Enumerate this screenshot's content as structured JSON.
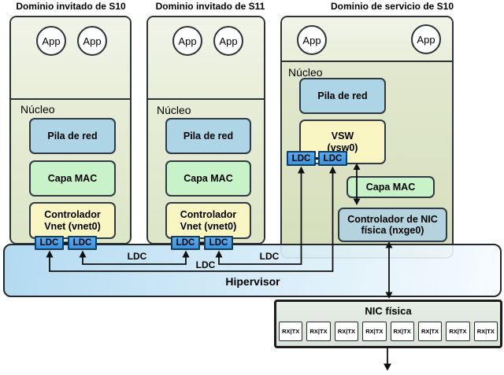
{
  "domain1": {
    "title": "Dominio invitado de S10",
    "kernel": "Núcleo",
    "apps": [
      "App",
      "App"
    ],
    "stack": "Pila de red",
    "mac": "Capa MAC",
    "driver": [
      "Controlador",
      "Vnet (vnet0)"
    ],
    "ldc": [
      "LDC",
      "LDC"
    ]
  },
  "domain2": {
    "title": "Dominio invitado de S11",
    "kernel": "Núcleo",
    "apps": [
      "App",
      "App"
    ],
    "stack": "Pila de red",
    "mac": "Capa MAC",
    "driver": [
      "Controlador",
      "Vnet (vnet0)"
    ],
    "ldc": [
      "LDC",
      "LDC"
    ]
  },
  "domain3": {
    "title": "Dominio de servicio de S10",
    "kernel": "Núcleo",
    "apps": [
      "App",
      "App"
    ],
    "stack": "Pila de red",
    "vsw": [
      "VSW",
      "(vsw0)"
    ],
    "mac": "Capa MAC",
    "nic_driver": [
      "Controlador de NIC",
      "física (nxge0)"
    ],
    "ldc": [
      "LDC",
      "LDC"
    ]
  },
  "hypervisor": {
    "label": "Hipervisor",
    "channels": [
      "LDC",
      "LDC",
      "LDC"
    ]
  },
  "nic": {
    "title": "NIC física",
    "queues": [
      "RX|TX",
      "RX|TX",
      "RX|TX",
      "RX|TX",
      "RX|TX",
      "RX|TX",
      "RX|TX",
      "RX|TX"
    ]
  },
  "colors": {
    "ldc_blue": "#3b92dd",
    "stack_blue": "#aed5e5",
    "mac_green": "#c8f3c8",
    "driver_yellow": "#f9f5c2",
    "nic_driver_blue": "#b4d3de",
    "hypervisor_blue": "#afd8f0",
    "domain_green": "#e7edd7"
  }
}
